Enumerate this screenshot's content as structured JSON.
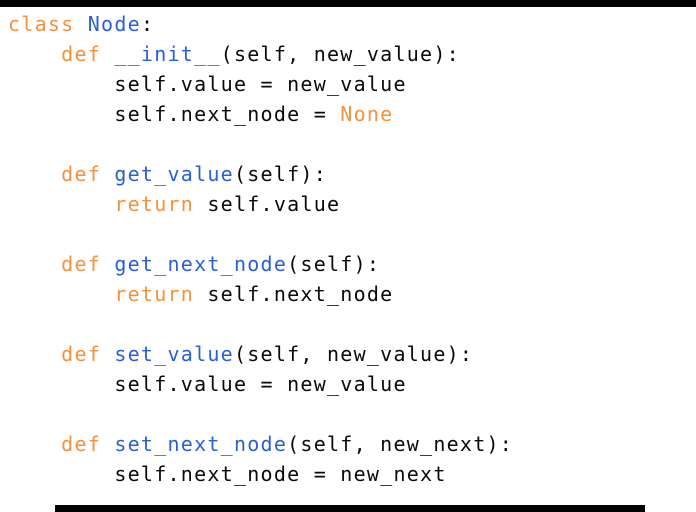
{
  "page": {
    "background": "#FFFFFF",
    "top_bar_color": "#000000",
    "bottom_bar_color": "#000000"
  },
  "colors": {
    "keyword": "#F5913D",
    "name": "#2B5FD7",
    "plain": "#0A0A0A"
  },
  "code": {
    "language": "python",
    "lines": [
      {
        "segments": [
          {
            "type": "keyword",
            "text": "class"
          },
          {
            "type": "plain",
            "text": " "
          },
          {
            "type": "name",
            "text": "Node"
          },
          {
            "type": "plain",
            "text": ":"
          }
        ]
      },
      {
        "segments": [
          {
            "type": "plain",
            "text": "    "
          },
          {
            "type": "keyword",
            "text": "def"
          },
          {
            "type": "plain",
            "text": " "
          },
          {
            "type": "name",
            "text": "__init__"
          },
          {
            "type": "plain",
            "text": "(self, new_value):"
          }
        ]
      },
      {
        "segments": [
          {
            "type": "plain",
            "text": "        self.value = new_value"
          }
        ]
      },
      {
        "segments": [
          {
            "type": "plain",
            "text": "        self.next_node = "
          },
          {
            "type": "keyword",
            "text": "None"
          }
        ]
      },
      {
        "segments": []
      },
      {
        "segments": [
          {
            "type": "plain",
            "text": "    "
          },
          {
            "type": "keyword",
            "text": "def"
          },
          {
            "type": "plain",
            "text": " "
          },
          {
            "type": "name",
            "text": "get_value"
          },
          {
            "type": "plain",
            "text": "(self):"
          }
        ]
      },
      {
        "segments": [
          {
            "type": "plain",
            "text": "        "
          },
          {
            "type": "keyword",
            "text": "return"
          },
          {
            "type": "plain",
            "text": " self.value"
          }
        ]
      },
      {
        "segments": []
      },
      {
        "segments": [
          {
            "type": "plain",
            "text": "    "
          },
          {
            "type": "keyword",
            "text": "def"
          },
          {
            "type": "plain",
            "text": " "
          },
          {
            "type": "name",
            "text": "get_next_node"
          },
          {
            "type": "plain",
            "text": "(self):"
          }
        ]
      },
      {
        "segments": [
          {
            "type": "plain",
            "text": "        "
          },
          {
            "type": "keyword",
            "text": "return"
          },
          {
            "type": "plain",
            "text": " self.next_node"
          }
        ]
      },
      {
        "segments": []
      },
      {
        "segments": [
          {
            "type": "plain",
            "text": "    "
          },
          {
            "type": "keyword",
            "text": "def"
          },
          {
            "type": "plain",
            "text": " "
          },
          {
            "type": "name",
            "text": "set_value"
          },
          {
            "type": "plain",
            "text": "(self, new_value):"
          }
        ]
      },
      {
        "segments": [
          {
            "type": "plain",
            "text": "        self.value = new_value"
          }
        ]
      },
      {
        "segments": []
      },
      {
        "segments": [
          {
            "type": "plain",
            "text": "    "
          },
          {
            "type": "keyword",
            "text": "def"
          },
          {
            "type": "plain",
            "text": " "
          },
          {
            "type": "name",
            "text": "set_next_node"
          },
          {
            "type": "plain",
            "text": "(self, new_next):"
          }
        ]
      },
      {
        "segments": [
          {
            "type": "plain",
            "text": "        self.next_node = new_next"
          }
        ]
      }
    ]
  }
}
